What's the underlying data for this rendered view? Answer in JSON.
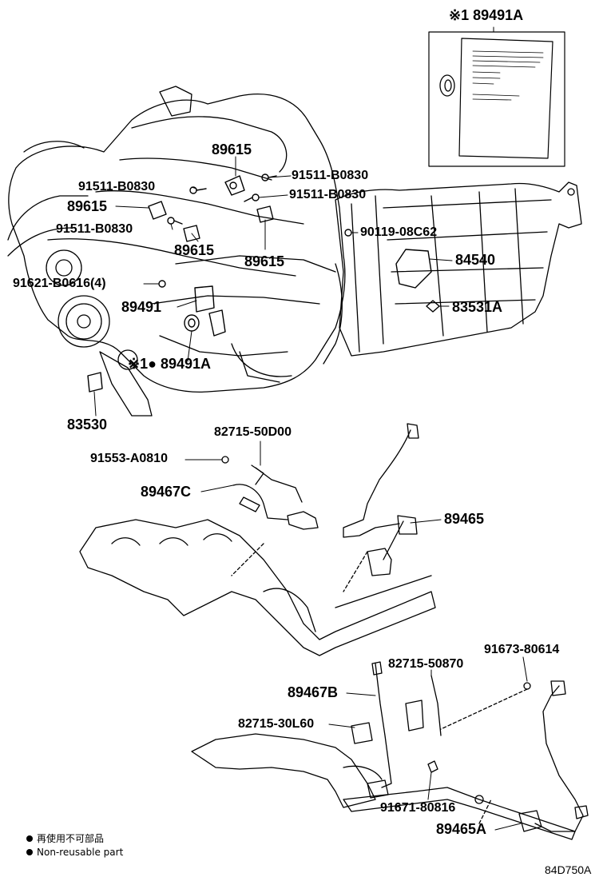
{
  "labels": {
    "p_89491a_top": "※1 89491A",
    "p_89615_a": "89615",
    "p_91511_a": "91511-B0830",
    "p_91511_b": "91511-B0830",
    "p_91511_c": "91511-B0830",
    "p_91511_d": "91511-B0830",
    "p_89615_b": "89615",
    "p_89615_c": "89615",
    "p_89615_d": "89615",
    "p_90119": "90119-08C62",
    "p_84540": "84540",
    "p_91621": "91621-B0616(4)",
    "p_89491": "89491",
    "p_83531a": "83531A",
    "p_89491a_mid": "※1● 89491A",
    "p_83530": "83530",
    "p_82715_50d00": "82715-50D00",
    "p_91553": "91553-A0810",
    "p_89467c": "89467C",
    "p_89465": "89465",
    "p_91673": "91673-80614",
    "p_82715_50870": "82715-50870",
    "p_89467b": "89467B",
    "p_82715_30l60": "82715-30L60",
    "p_91671": "91671-80816",
    "p_89465a": "89465A"
  },
  "legend": {
    "jp": "再使用不可部品",
    "en": "Non-reusable part"
  },
  "diagram_code": "84D750A"
}
